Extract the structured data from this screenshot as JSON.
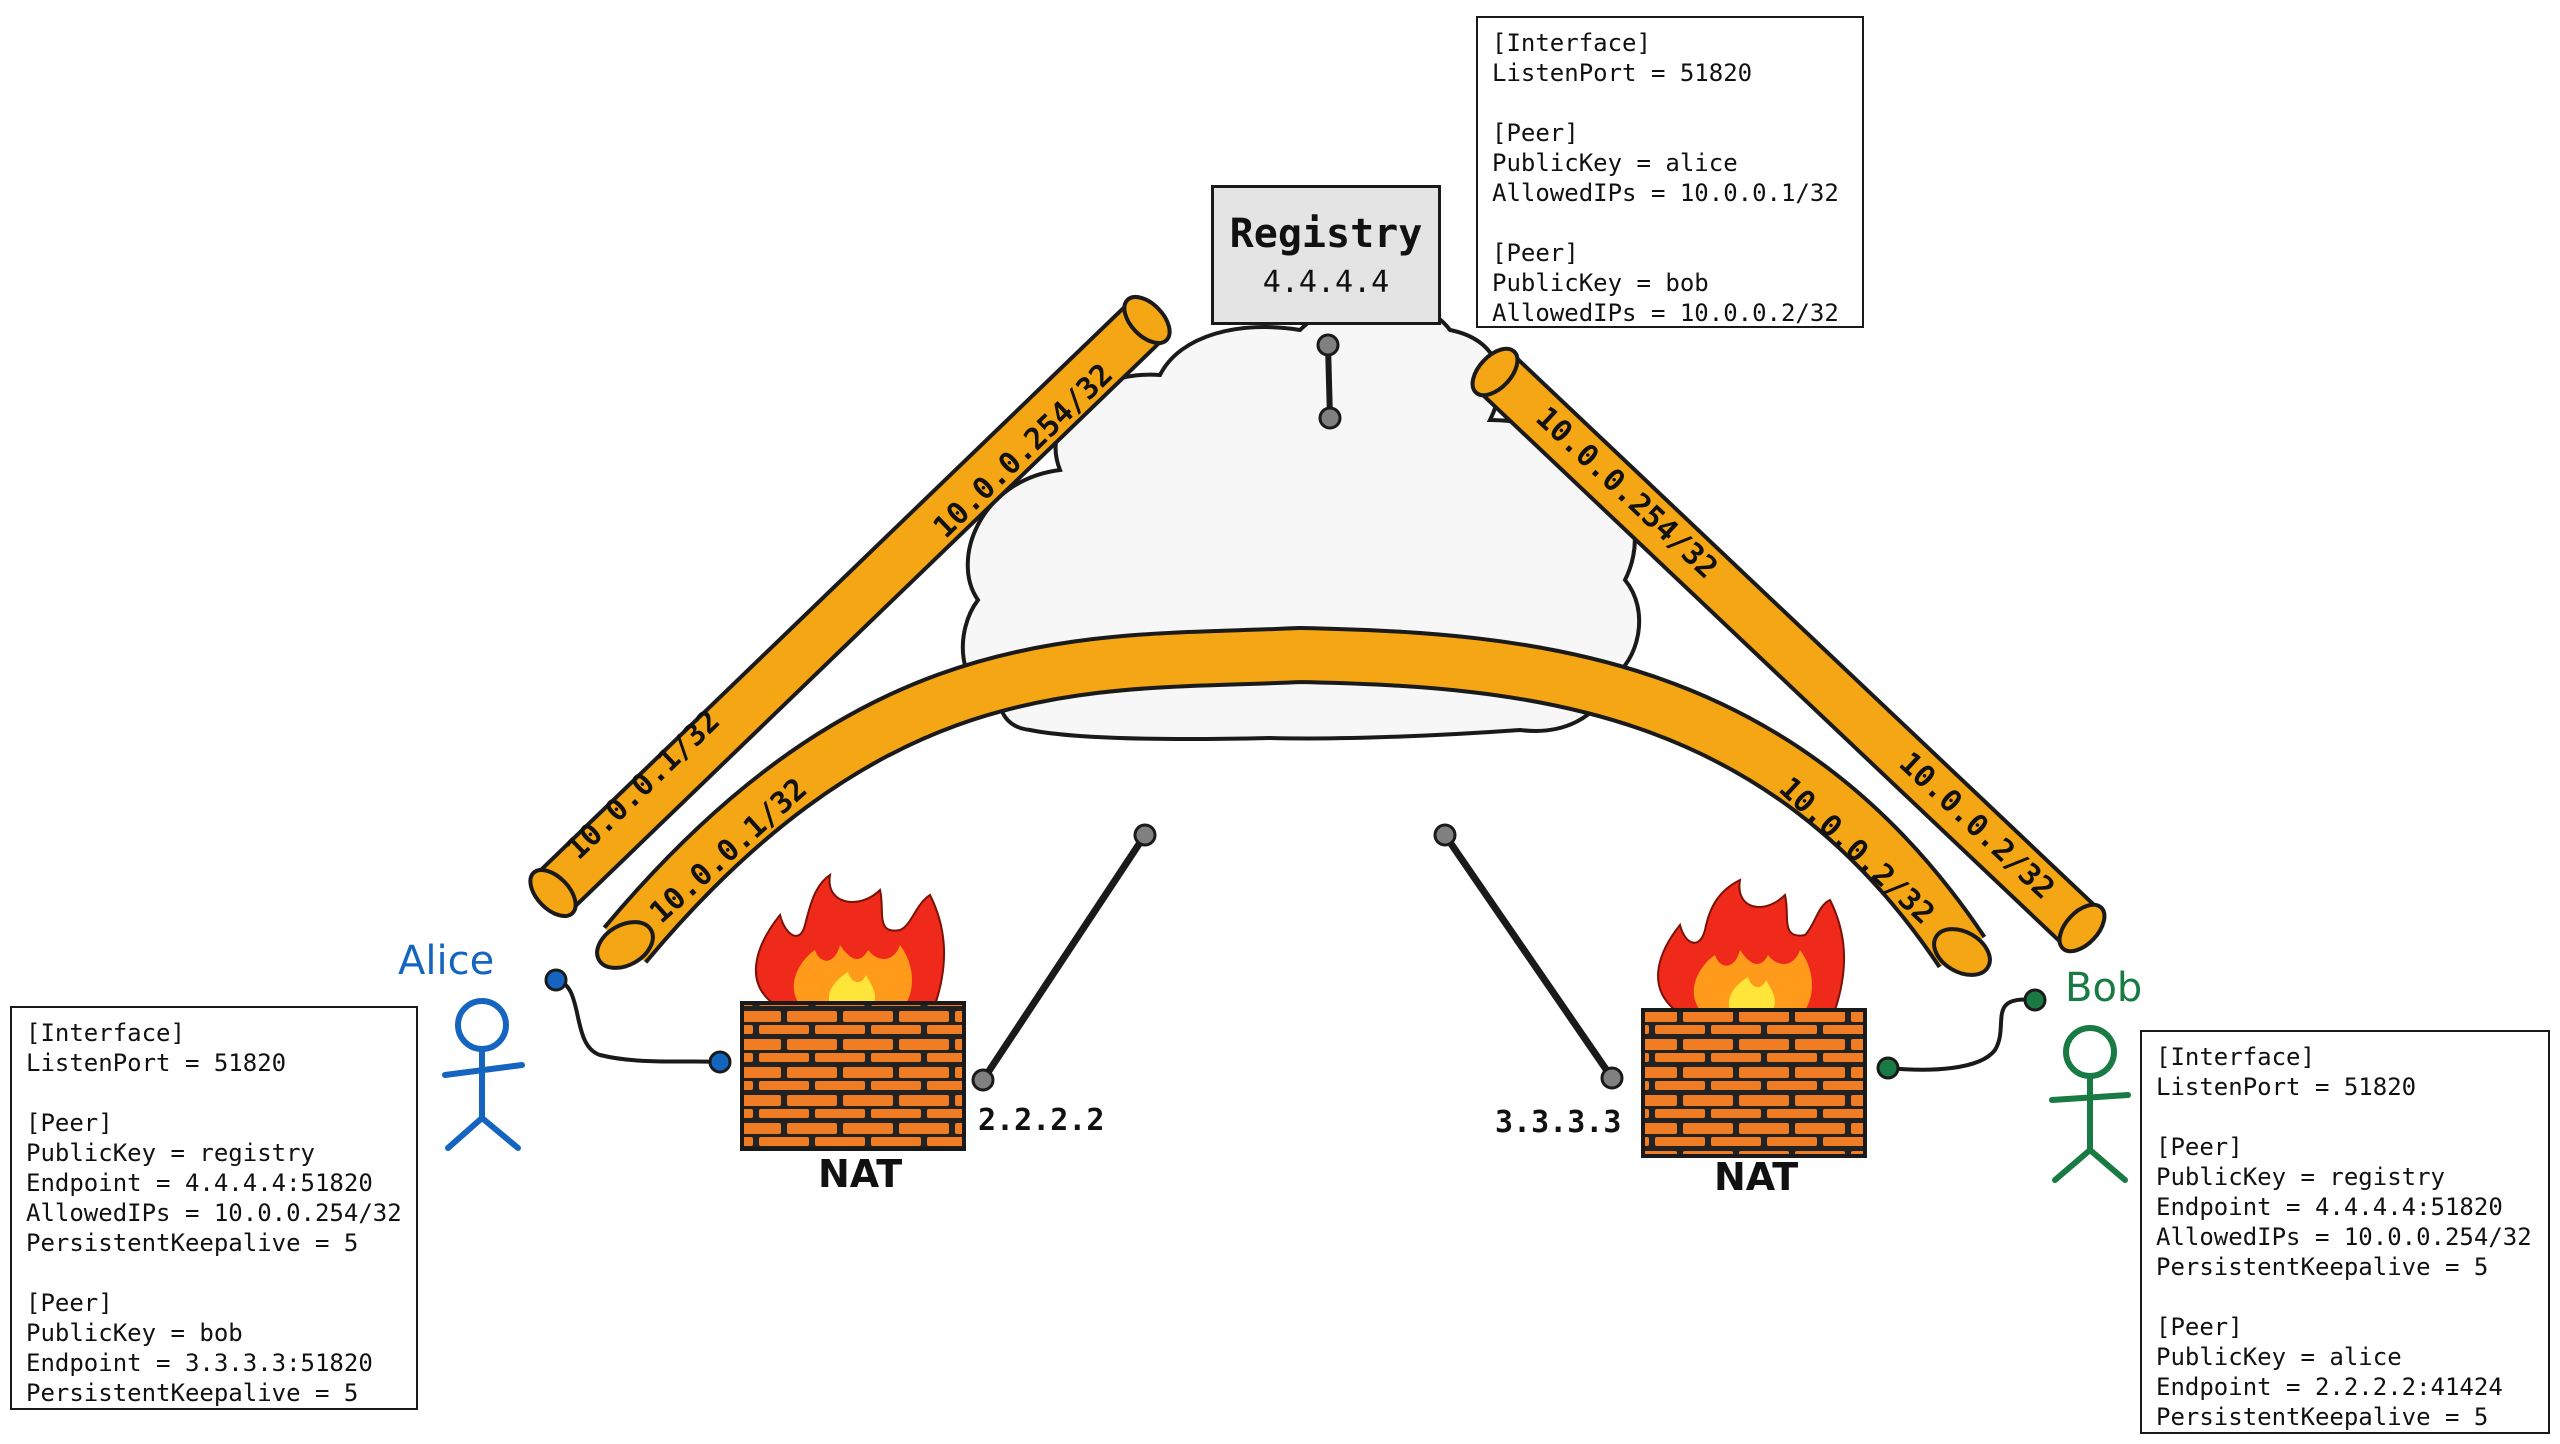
{
  "registry": {
    "title": "Registry",
    "ip": "4.4.4.4"
  },
  "registry_config": {
    "lines": [
      "[Interface]",
      "ListenPort = 51820",
      "",
      "[Peer]",
      "PublicKey = alice",
      "AllowedIPs = 10.0.0.1/32",
      "",
      "[Peer]",
      "PublicKey = bob",
      "AllowedIPs = 10.0.0.2/32"
    ]
  },
  "alice": {
    "name": "Alice",
    "color": "#1565c0"
  },
  "bob": {
    "name": "Bob",
    "color": "#1a7a43"
  },
  "alice_config": {
    "lines": [
      "[Interface]",
      "ListenPort = 51820",
      "",
      "[Peer]",
      "PublicKey = registry",
      "Endpoint = 4.4.4.4:51820",
      "AllowedIPs = 10.0.0.254/32",
      "PersistentKeepalive = 5",
      "",
      "[Peer]",
      "PublicKey = bob",
      "Endpoint = 3.3.3.3:51820",
      "PersistentKeepalive = 5"
    ]
  },
  "bob_config": {
    "lines": [
      "[Interface]",
      "ListenPort = 51820",
      "",
      "[Peer]",
      "PublicKey = registry",
      "Endpoint = 4.4.4.4:51820",
      "AllowedIPs = 10.0.0.254/32",
      "PersistentKeepalive = 5",
      "",
      "[Peer]",
      "PublicKey = alice",
      "Endpoint = 2.2.2.2:41424",
      "PersistentKeepalive = 5"
    ]
  },
  "nat_left": {
    "label": "NAT",
    "ip": "2.2.2.2"
  },
  "nat_right": {
    "label": "NAT",
    "ip": "3.3.3.3"
  },
  "tunnels": {
    "left_top": "10.0.0.254/32",
    "left_bottom": "10.0.0.1/32",
    "right_top": "10.0.0.254/32",
    "right_bottom": "10.0.0.2/32",
    "arch_left": "10.0.0.1/32",
    "arch_right": "10.0.0.2/32"
  },
  "colors": {
    "tube": "#f5a614",
    "outline": "#1a1a1a",
    "brick": "#f07d24",
    "cloud": "#f7f7f7",
    "node": "#808080"
  }
}
